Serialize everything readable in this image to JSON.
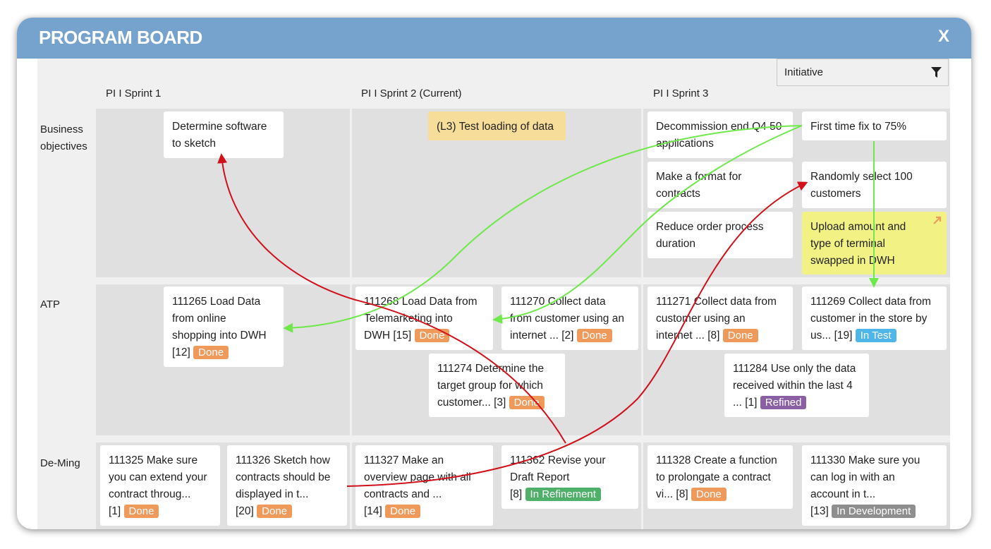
{
  "window": {
    "title": "PROGRAM BOARD",
    "close_label": "X"
  },
  "filter": {
    "label": "Initiative",
    "icon": "filter-icon"
  },
  "columns": [
    "PI I Sprint 1",
    "PI I Sprint 2 (Current)",
    "PI I Sprint 3"
  ],
  "rows": [
    {
      "lines": [
        "Business",
        "objectives"
      ]
    },
    {
      "lines": [
        "ATP"
      ]
    },
    {
      "lines": [
        "De-Ming"
      ]
    }
  ],
  "objectives": {
    "sketch": [
      "Determine software",
      "to sketch"
    ],
    "test_loading": "(L3) Test loading of data",
    "decommission": [
      "Decommission end Q4 50",
      "applications"
    ],
    "first_time_fix": "First time fix to 75%",
    "format": [
      "Make a format for",
      "contracts"
    ],
    "random_select": [
      "Randomly select 100",
      "customers"
    ],
    "reduce_order": [
      "Reduce order process",
      "duration"
    ],
    "upload_amount": [
      "Upload amount and",
      "type of terminal",
      "swapped in DWH"
    ]
  },
  "atp": {
    "c111265": {
      "lines": [
        "111265 Load Data",
        "from online",
        "shopping into DWH"
      ],
      "meta": "[12]",
      "status": "Done"
    },
    "c111268": {
      "lines": [
        "111268 Load Data from",
        "Telemarketing into"
      ],
      "tail": "DWH [15]",
      "status": "Done"
    },
    "c111270": {
      "lines": [
        "111270 Collect data",
        "from customer using an"
      ],
      "tail": "internet ... [2]",
      "status": "Done"
    },
    "c111271": {
      "lines": [
        "111271 Collect data from",
        "customer using an"
      ],
      "tail": "internet ... [8]",
      "status": "Done"
    },
    "c111269": {
      "lines": [
        "111269 Collect data from",
        "customer in the store by"
      ],
      "tail": "us... [19]",
      "status": "In Test"
    },
    "c111274": {
      "lines": [
        "111274 Determine the",
        "target group for which"
      ],
      "tail": "customer... [3]",
      "status": "Done"
    },
    "c111284": {
      "lines": [
        "111284 Use only the data",
        "received within the last 4"
      ],
      "tail": "... [1]",
      "status": "Refined"
    }
  },
  "deming": {
    "c111325": {
      "lines": [
        "111325 Make sure",
        "you can extend your",
        "contract throug..."
      ],
      "meta": "[1]",
      "status": "Done"
    },
    "c111326": {
      "lines": [
        "111326 Sketch how",
        "contracts should be",
        "displayed in t..."
      ],
      "meta": "[20]",
      "status": "Done"
    },
    "c111327": {
      "lines": [
        "111327 Make an",
        "overview page with all",
        "contracts and ..."
      ],
      "meta": "[14]",
      "status": "Done"
    },
    "c111362": {
      "lines": [
        "111362 Revise your",
        "Draft Report"
      ],
      "meta": "[8]",
      "status": "In Refinement"
    },
    "c111328": {
      "lines": [
        "111328 Create a function",
        "to prolongate a contract"
      ],
      "tail": "vi... [8]",
      "status": "Done"
    },
    "c111330": {
      "lines": [
        "111330 Make sure you",
        "can log in with an",
        "account in t..."
      ],
      "meta": "[13]",
      "status": "In Development"
    }
  },
  "colors": {
    "header": "#75a3cd",
    "done": "#ef9a5b",
    "in_test": "#4fb6ea",
    "refined": "#8a5fa4",
    "in_refinement": "#4fb06a",
    "in_development": "#8e8e8e",
    "dependency_green": "#6ee84a",
    "dependency_red": "#d0101a"
  }
}
